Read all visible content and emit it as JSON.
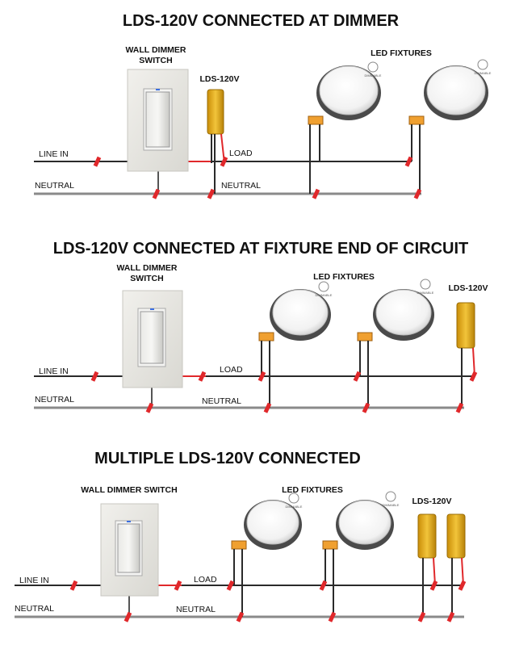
{
  "diagrams": [
    {
      "title": "LDS-120V CONNECTED AT DIMMER",
      "switch_label_lines": [
        "WALL DIMMER",
        "SWITCH"
      ],
      "fixtures_label": "LED FIXTURES",
      "module_label": "LDS-120V",
      "line_in": "LINE IN",
      "load": "LOAD",
      "neutral_left": "NEUTRAL",
      "neutral_right": "NEUTRAL"
    },
    {
      "title": "LDS-120V CONNECTED AT FIXTURE END OF CIRCUIT",
      "switch_label_lines": [
        "WALL DIMMER",
        "SWITCH"
      ],
      "fixtures_label": "LED FIXTURES",
      "module_label": "LDS-120V",
      "line_in": "LINE IN",
      "load": "LOAD",
      "neutral_left": "NEUTRAL",
      "neutral_right": "NEUTRAL"
    },
    {
      "title": "MULTIPLE LDS-120V CONNECTED",
      "switch_label_lines": [
        "WALL DIMMER SWITCH"
      ],
      "fixtures_label": "LED FIXTURES",
      "module_label": "LDS-120V",
      "line_in": "LINE IN",
      "load": "LOAD",
      "neutral_left": "NEUTRAL",
      "neutral_right": "NEUTRAL"
    }
  ],
  "badge_text": "DIMMABLE",
  "colors": {
    "wire": "#2a2a2a",
    "neutral_wire": "#8a8a8a",
    "connector": "#e0282b",
    "module": "#e9b21c",
    "switch_plate": "#e7e6e1"
  }
}
